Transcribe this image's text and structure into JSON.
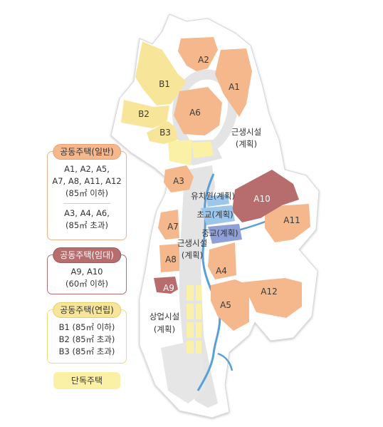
{
  "legend": {
    "general": {
      "title": "공동주택(일반)",
      "color": "#f5b78c",
      "lines_a": [
        "A1, A2, A5,",
        "A7, A8, A11, A12",
        "(85㎡ 이하)"
      ],
      "lines_b": [
        "A3, A4, A6,",
        "(85㎡ 초과)"
      ]
    },
    "rental": {
      "title": "공동주택(임대)",
      "color": "#b76c6e",
      "lines": [
        "A9, A10",
        "(60㎡ 이하)"
      ]
    },
    "row_house": {
      "title": "공동주택(연립)",
      "color": "#f7e69a",
      "lines": [
        "B1 (85㎡ 이하)",
        "B2 (85㎡ 초과)",
        "B3 (85㎡ 초과)"
      ]
    },
    "single_house": {
      "label": "단독주택",
      "color": "#fbf1a6"
    }
  },
  "map": {
    "blocks": {
      "A1": "A1",
      "A2": "A2",
      "A3": "A3",
      "A4": "A4",
      "A5": "A5",
      "A6": "A6",
      "A7": "A7",
      "A8": "A8",
      "A9": "A9",
      "A10": "A10",
      "A11": "A11",
      "A12": "A12",
      "B1": "B1",
      "B2": "B2",
      "B3": "B3"
    },
    "facilities": {
      "neighborhood_north": [
        "근생시설",
        "(계획)"
      ],
      "kindergarten": "유치원(계획)",
      "elementary": "초교(계획)",
      "middle": "중교(계획)",
      "neighborhood_mid": [
        "근생시설",
        "(계획)"
      ],
      "commercial": [
        "상업시설",
        "(계획)"
      ]
    },
    "colors": {
      "apartment": "#f5b78c",
      "rental": "#b76c6e",
      "row_house": "#f7e69a",
      "single_house": "#fbf1a6",
      "school": "#8fa0d8",
      "kindergarten": "#9cc6ea",
      "stream": "#5b9fd8",
      "road": "#e3e3e3"
    }
  }
}
